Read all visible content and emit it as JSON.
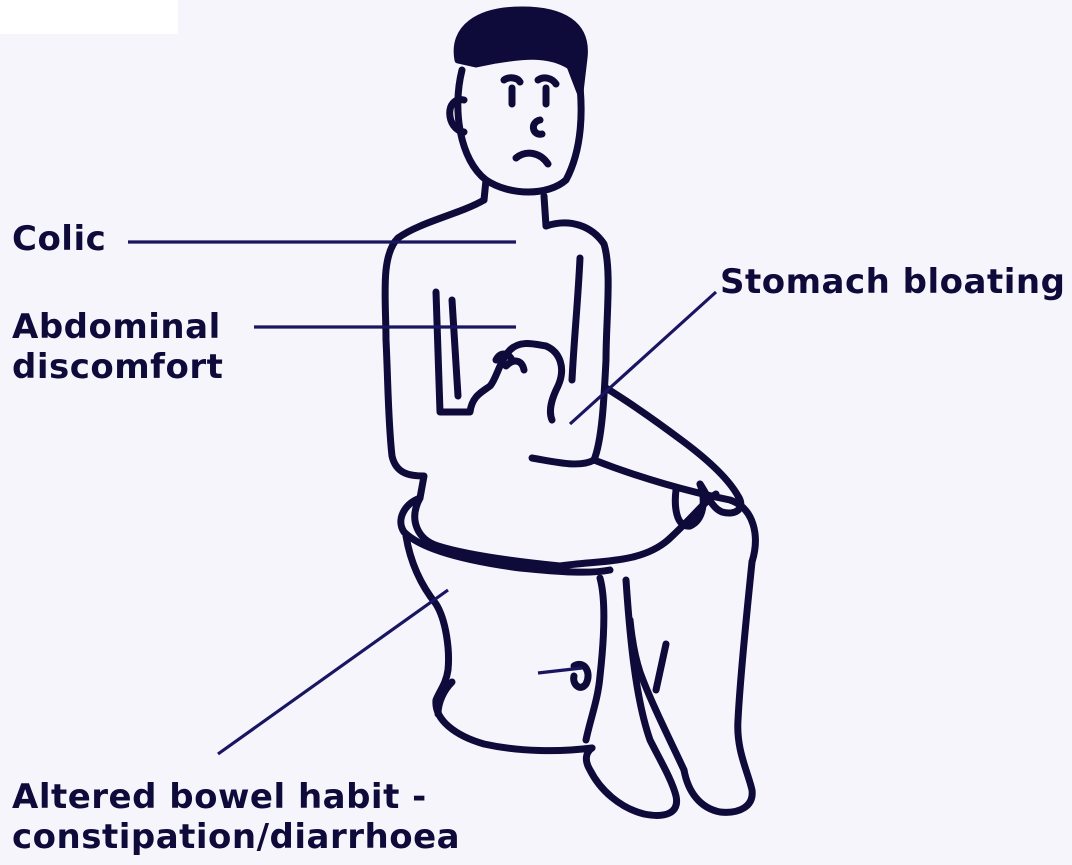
{
  "labels": {
    "colic": "Colic",
    "abdominal_line1": "Abdominal",
    "abdominal_line2": "discomfort",
    "stomach_bloating": "Stomach bloating",
    "bowel_line1": "Altered bowel habit -",
    "bowel_line2": "constipation/diarrhoea"
  },
  "colors": {
    "ink": "#0e0a3a",
    "background": "#f6f5fc"
  }
}
